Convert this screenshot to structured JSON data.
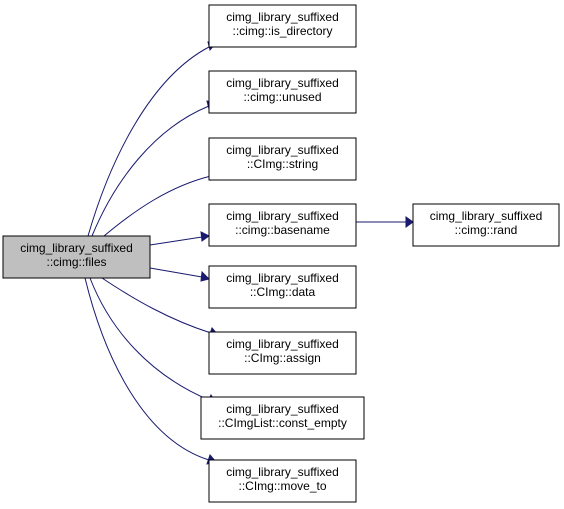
{
  "diagram": {
    "type": "call-graph",
    "colors": {
      "edge": "#191970",
      "root_fill": "#bfbfbf",
      "node_fill": "#ffffff",
      "node_border": "#000000"
    },
    "root": {
      "id": "files",
      "line1": "cimg_library_suffixed",
      "line2": "::cimg::files"
    },
    "nodes": [
      {
        "id": "is_directory",
        "line1": "cimg_library_suffixed",
        "line2": "::cimg::is_directory"
      },
      {
        "id": "unused",
        "line1": "cimg_library_suffixed",
        "line2": "::cimg::unused"
      },
      {
        "id": "string",
        "line1": "cimg_library_suffixed",
        "line2": "::CImg::string"
      },
      {
        "id": "basename",
        "line1": "cimg_library_suffixed",
        "line2": "::cimg::basename"
      },
      {
        "id": "rand",
        "line1": "cimg_library_suffixed",
        "line2": "::cimg::rand"
      },
      {
        "id": "data",
        "line1": "cimg_library_suffixed",
        "line2": "::CImg::data"
      },
      {
        "id": "assign",
        "line1": "cimg_library_suffixed",
        "line2": "::CImg::assign"
      },
      {
        "id": "const_empty",
        "line1": "cimg_library_suffixed",
        "line2": "::CImgList::const_empty"
      },
      {
        "id": "move_to",
        "line1": "cimg_library_suffixed",
        "line2": "::CImg::move_to"
      }
    ],
    "edges": [
      {
        "from": "files",
        "to": "is_directory"
      },
      {
        "from": "files",
        "to": "unused"
      },
      {
        "from": "files",
        "to": "string"
      },
      {
        "from": "files",
        "to": "basename"
      },
      {
        "from": "files",
        "to": "data"
      },
      {
        "from": "files",
        "to": "assign"
      },
      {
        "from": "files",
        "to": "const_empty"
      },
      {
        "from": "files",
        "to": "move_to"
      },
      {
        "from": "basename",
        "to": "rand"
      }
    ]
  }
}
